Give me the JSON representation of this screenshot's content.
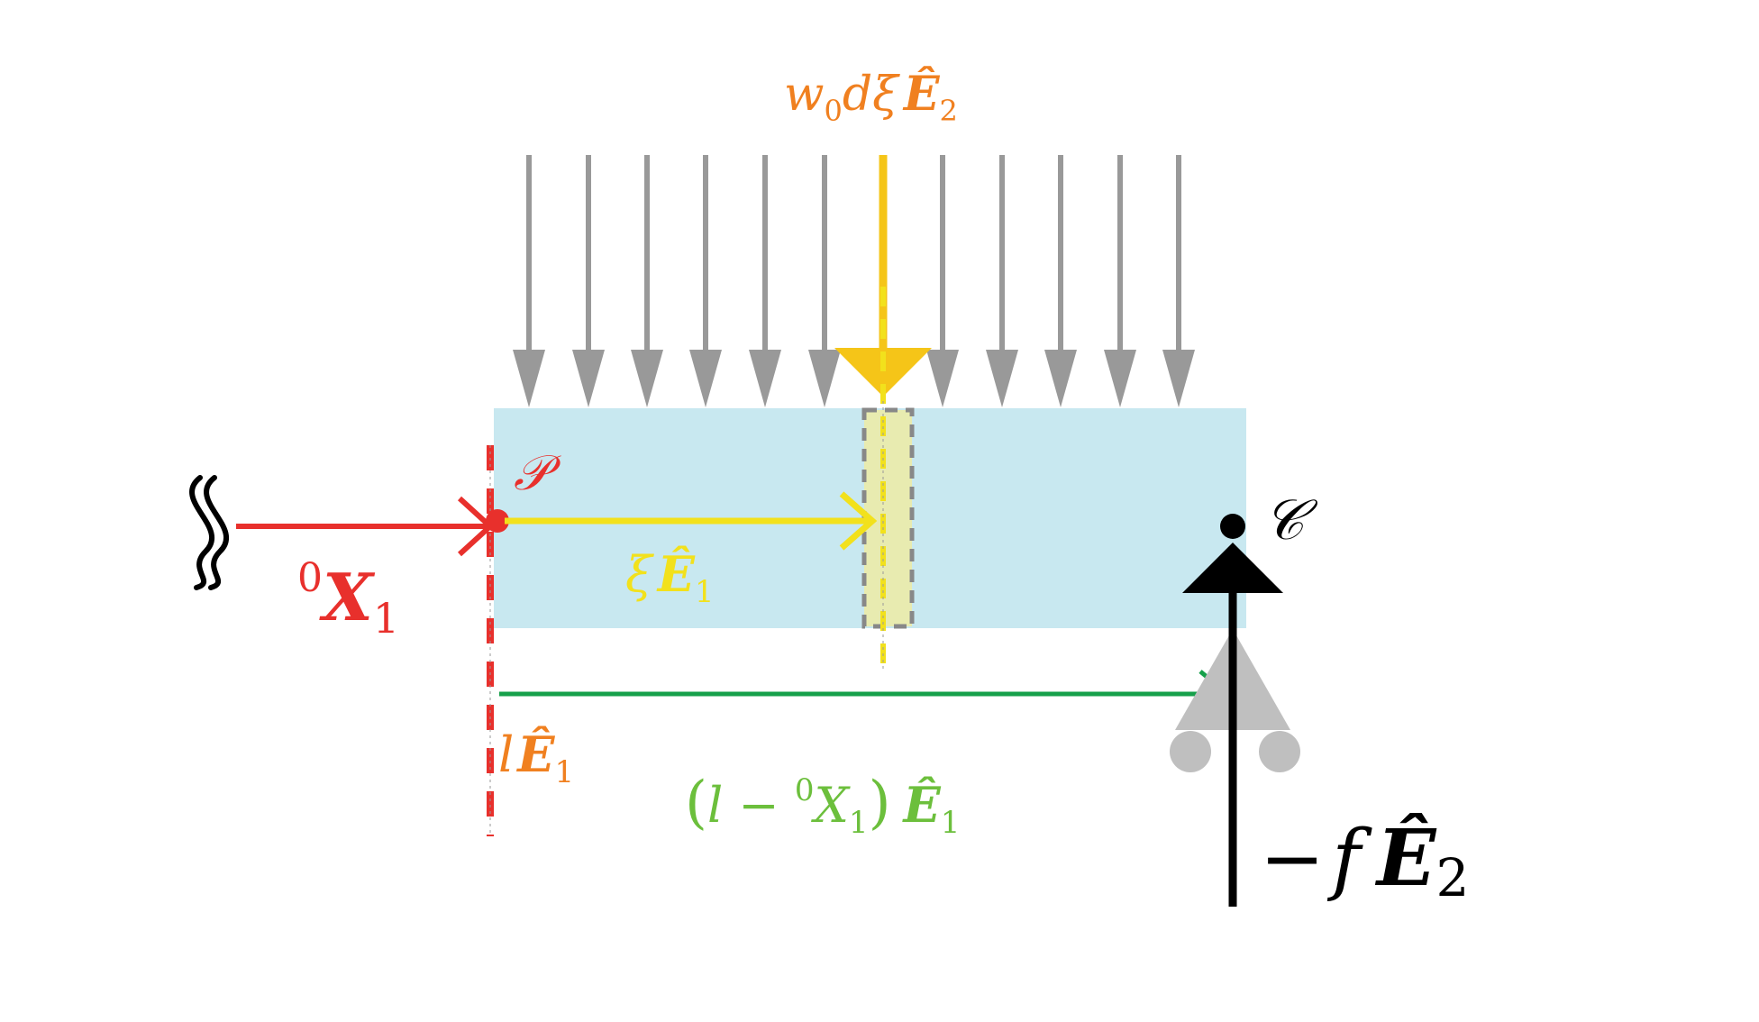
{
  "labels": {
    "load_expr": {
      "w": "w",
      "w_sub": "0",
      "d_xi": "dξ",
      "E": "Ê",
      "E_sub": "2"
    },
    "point_p": "𝒫",
    "point_c": "𝒞",
    "x1_expr": {
      "sup": "0",
      "X": "X",
      "sub": "1"
    },
    "xi_expr": {
      "xi": "ξ",
      "E": "Ê",
      "sub": "1"
    },
    "l_expr": {
      "l": "l",
      "E": "Ê",
      "sub": "1"
    },
    "diff_expr": {
      "open": "(",
      "l": "l",
      "minus": " − ",
      "sup": "0",
      "X": "X",
      "sub": "1",
      "close": ")",
      "E": "Ê",
      "E_sub": "1"
    },
    "reaction_expr": {
      "minus": "−",
      "f": "f",
      "E": "Ê",
      "sub": "2"
    },
    "cut_symbol": "≀≀"
  },
  "colors": {
    "beam": "#c8e8f0",
    "load_arrows": "#999999",
    "highlight_arrow": "#f5c518",
    "load_label": "#f08020",
    "red": "#e8302c",
    "yellow": "#f2e11c",
    "green": "#16a04a",
    "green_label": "#6cbf3c",
    "orange_label": "#f08020",
    "support": "#bfbfbf",
    "black": "#000000"
  },
  "icons": {
    "cut": "wavy-cut-icon",
    "support": "roller-support-icon"
  }
}
